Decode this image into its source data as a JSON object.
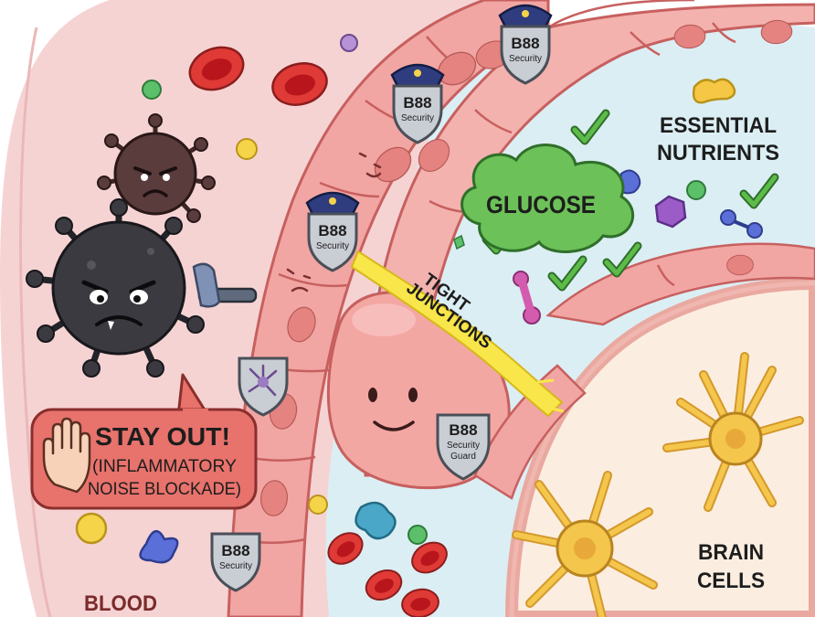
{
  "labels": {
    "essential_nutrients_line1": "ESSENTIAL",
    "essential_nutrients_line2": "NUTRIENTS",
    "glucose": "GLUCOSE",
    "tight_junctions_line1": "TIGHT",
    "tight_junctions_line2": "JUNCTIONS",
    "stay_out": "STAY OUT!",
    "inflammatory_line1": "(INFLAMMATORY",
    "inflammatory_line2": "NOISE BLOCKADE)",
    "blood": "BLOOD",
    "brain_cells_line1": "BRAIN",
    "brain_cells_line2": "CELLS"
  },
  "badges": {
    "bbb": "B88",
    "security": "Security",
    "guard": "Guard"
  },
  "icons": [
    "police-cap-icon",
    "shield-badge-icon",
    "stop-hand-icon",
    "checkmark-icon",
    "neuron-icon",
    "virus-icon",
    "red-blood-cell-icon"
  ],
  "colors": {
    "blood_region": "#f6d3d3",
    "endothelial_cell": "#f1a6a3",
    "interstitial": "#dbeef4",
    "brain_region": "#fbeee0",
    "glucose": "#6cc158",
    "junction_highlight": "#f8e64a",
    "checkmark": "#4fae3f",
    "stop_banner": "#e8726c",
    "neuron": "#f4c64c",
    "virus_dark": "#3a3a40",
    "virus_brown": "#5a3c3c"
  }
}
